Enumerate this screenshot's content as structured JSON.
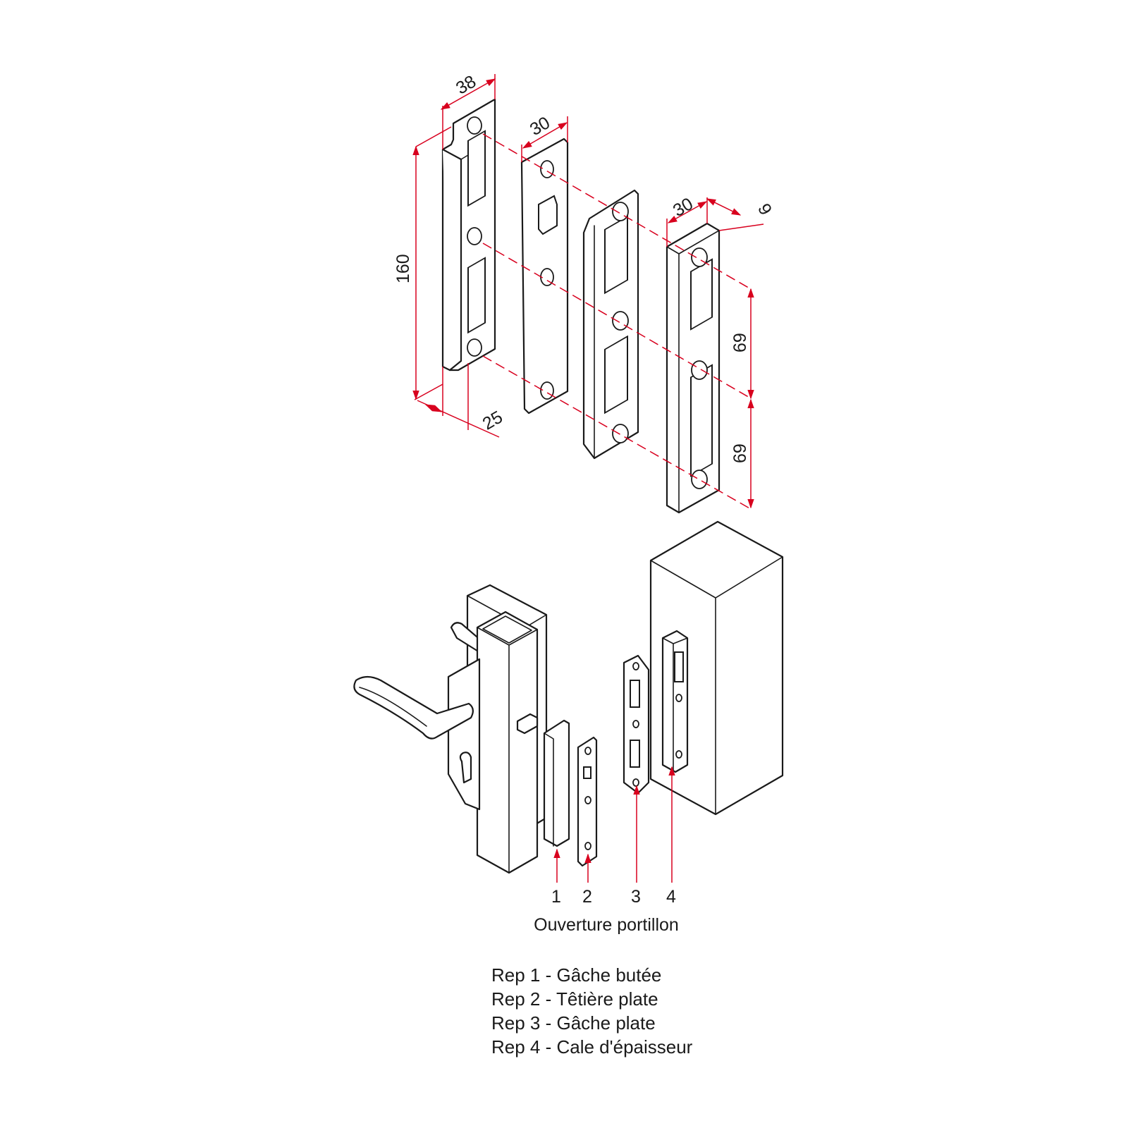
{
  "colors": {
    "dimension_lines": "#d8001e",
    "outline": "#1a1a1a",
    "background": "#ffffff"
  },
  "dimensions": {
    "strike_width": "38",
    "strike_height": "160",
    "strike_depth": "25",
    "faceplate_width": "30",
    "shim_width": "30",
    "shim_thickness": "9",
    "hole_spacing_upper": "69",
    "hole_spacing_lower": "69"
  },
  "assembly": {
    "markers": [
      "1",
      "2",
      "3",
      "4"
    ],
    "caption": "Ouverture portillon"
  },
  "legend": [
    "Rep 1 - Gâche butée",
    "Rep 2 - Têtière plate",
    "Rep 3 - Gâche plate",
    "Rep 4 - Cale d'épaisseur"
  ]
}
